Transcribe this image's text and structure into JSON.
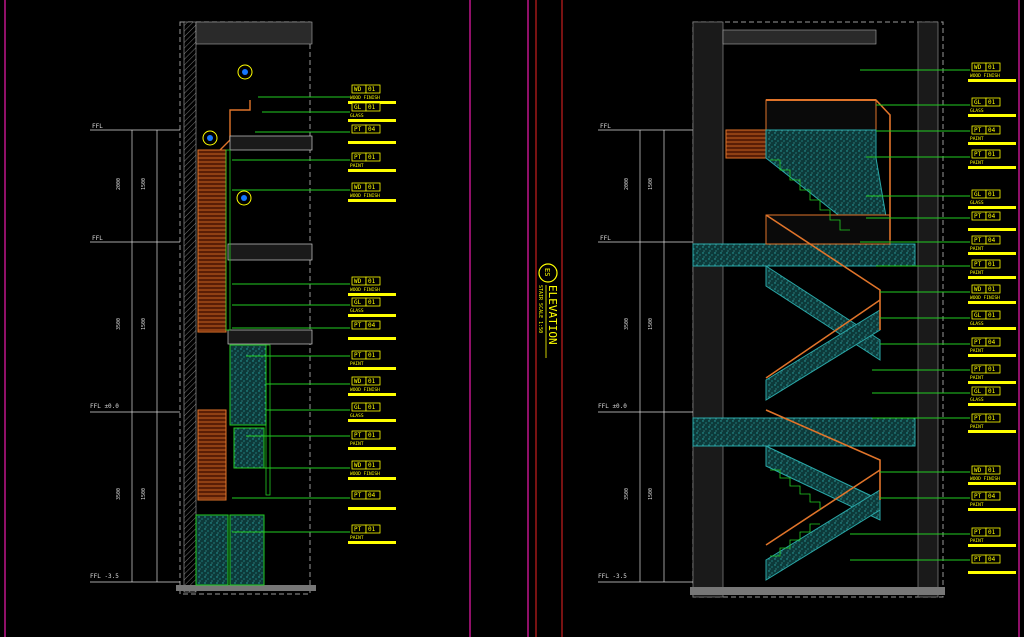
{
  "colors": {
    "background": "#000000",
    "frame_magenta": "#c0158c",
    "frame_red": "#c81e1e",
    "wall_gray": "#b4b4b4",
    "stair_orange": "#e0742a",
    "tag_yellow": "#ffff00",
    "fill_cyan": "#2aa8a8",
    "line_green": "#22cc22",
    "dim_white": "#dcdcdc"
  },
  "title_block": {
    "symbol": "ES",
    "title": "ELEVATION",
    "subtitle": "STAIR  SCALE 1:50"
  },
  "left_sheet": {
    "level_marks": [
      "FFL",
      "FFL",
      "FFL ±0.0",
      "FFL -3.5"
    ],
    "tags": [
      {
        "code": "WD",
        "num": "01",
        "note": "WOOD FINISH"
      },
      {
        "code": "GL",
        "num": "01",
        "note": "GLASS"
      },
      {
        "code": "PT",
        "num": "04",
        "note": ""
      },
      {
        "code": "PT",
        "num": "01",
        "note": "PAINT"
      },
      {
        "code": "WD",
        "num": "01",
        "note": "WOOD FINISH"
      },
      {
        "code": "WD",
        "num": "01",
        "note": "WOOD FINISH"
      },
      {
        "code": "GL",
        "num": "01",
        "note": "GLASS"
      },
      {
        "code": "PT",
        "num": "04",
        "note": ""
      },
      {
        "code": "PT",
        "num": "01",
        "note": "PAINT"
      },
      {
        "code": "WD",
        "num": "01",
        "note": "WOOD FINISH"
      },
      {
        "code": "GL",
        "num": "01",
        "note": "GLASS"
      },
      {
        "code": "PT",
        "num": "01",
        "note": "PAINT"
      },
      {
        "code": "WD",
        "num": "01",
        "note": "WOOD FINISH"
      },
      {
        "code": "PT",
        "num": "04",
        "note": ""
      },
      {
        "code": "PT",
        "num": "01",
        "note": "PAINT"
      }
    ]
  },
  "right_sheet": {
    "level_marks": [
      "FFL",
      "FFL",
      "FFL ±0.0",
      "FFL -3.5"
    ],
    "tags": [
      {
        "code": "WD",
        "num": "01",
        "note": "WOOD FINISH"
      },
      {
        "code": "GL",
        "num": "01",
        "note": "GLASS"
      },
      {
        "code": "PT",
        "num": "04",
        "note": "PAINT"
      },
      {
        "code": "PT",
        "num": "01",
        "note": "PAINT"
      },
      {
        "code": "GL",
        "num": "01",
        "note": "GLASS"
      },
      {
        "code": "PT",
        "num": "04",
        "note": ""
      },
      {
        "code": "PT",
        "num": "04",
        "note": "PAINT"
      },
      {
        "code": "PT",
        "num": "01",
        "note": "PAINT"
      },
      {
        "code": "WD",
        "num": "01",
        "note": "WOOD FINISH"
      },
      {
        "code": "GL",
        "num": "01",
        "note": "GLASS"
      },
      {
        "code": "PT",
        "num": "04",
        "note": "PAINT"
      },
      {
        "code": "PT",
        "num": "01",
        "note": "PAINT"
      },
      {
        "code": "GL",
        "num": "01",
        "note": "GLASS"
      },
      {
        "code": "PT",
        "num": "01",
        "note": "PAINT"
      },
      {
        "code": "WD",
        "num": "01",
        "note": "WOOD FINISH"
      },
      {
        "code": "PT",
        "num": "04",
        "note": "PAINT"
      },
      {
        "code": "PT",
        "num": "01",
        "note": "PAINT"
      },
      {
        "code": "PT",
        "num": "04",
        "note": ""
      }
    ]
  }
}
